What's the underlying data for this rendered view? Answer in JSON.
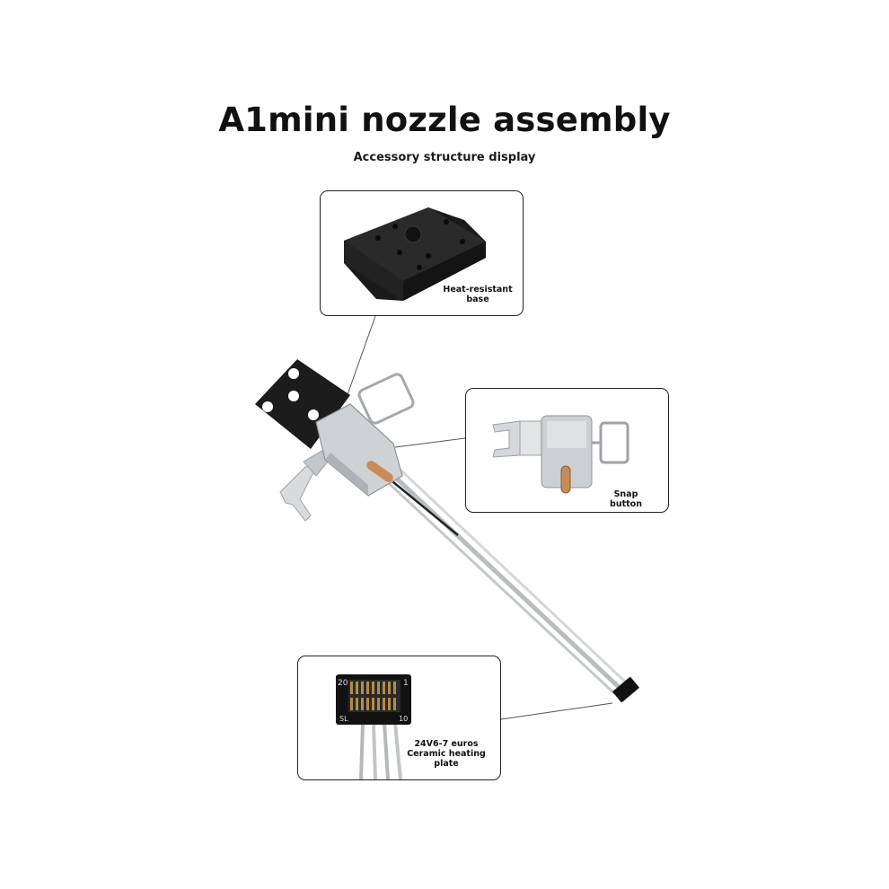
{
  "header": {
    "title": "A1mini nozzle assembly",
    "subtitle": "Accessory structure display"
  },
  "callouts": [
    {
      "id": "base",
      "label_line1": "Heat-resistant",
      "label_line2": "base",
      "icon": "heat-resistant-base-image"
    },
    {
      "id": "snap",
      "label_line1": "Snap",
      "label_line2": "button",
      "icon": "snap-button-image"
    },
    {
      "id": "plate",
      "label_line1": "24V6-7 euros",
      "label_line2": "Ceramic heating",
      "label_line3": "plate",
      "icon": "connector-image"
    }
  ],
  "connector_marks": {
    "pin_high": "20",
    "pin_one": "1",
    "pin_ten": "10",
    "brand": "SL"
  },
  "colors": {
    "frame": "#222222",
    "metal": "#c9ccd0",
    "base_black": "#1c1c1c",
    "copper": "#c98a5a"
  }
}
